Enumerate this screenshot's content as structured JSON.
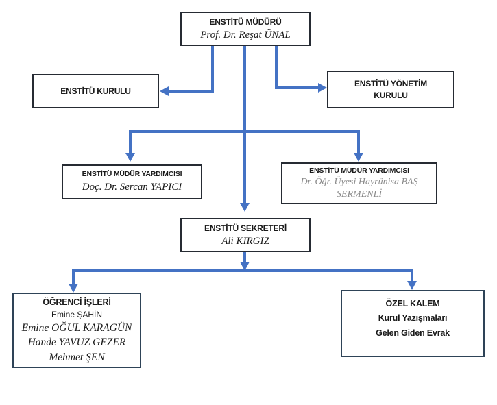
{
  "colors": {
    "connector_blue": "#4472C4",
    "box_border_dark": "#262b33",
    "box_border_slate": "#2e4357",
    "muted_name_gray": "#8a8a8a"
  },
  "org_chart": {
    "nodes": {
      "director": {
        "title": "ENSTİTÜ MÜDÜRÜ",
        "name": "Prof. Dr. Reşat ÜNAL"
      },
      "institute_board": {
        "title": "ENSTİTÜ KURULU"
      },
      "management_board": {
        "title": "ENSTİTÜ YÖNETİM KURULU"
      },
      "deputy_left": {
        "title": "ENSTİTÜ MÜDÜR YARDIMCISI",
        "name": "Doç. Dr. Sercan YAPICI"
      },
      "deputy_right": {
        "title": "ENSTİTÜ MÜDÜR YARDIMCISI",
        "name": "Dr. Öğr. Üyesi Hayrünisa BAŞ SERMENLİ"
      },
      "secretary": {
        "title": "ENSTİTÜ SEKRETERİ",
        "name": "Ali KIRGIZ"
      },
      "student_affairs": {
        "title": "ÖĞRENCİ İŞLERİ",
        "staff_plain": "Emine ŞAHİN",
        "staff_italic": [
          "Emine OĞUL KARAGÜN",
          "Hande YAVUZ GEZER",
          "Mehmet ŞEN"
        ]
      },
      "private_office": {
        "title": "ÖZEL KALEM",
        "lines": [
          "Kurul Yazışmaları",
          "Gelen Giden Evrak"
        ]
      }
    }
  }
}
